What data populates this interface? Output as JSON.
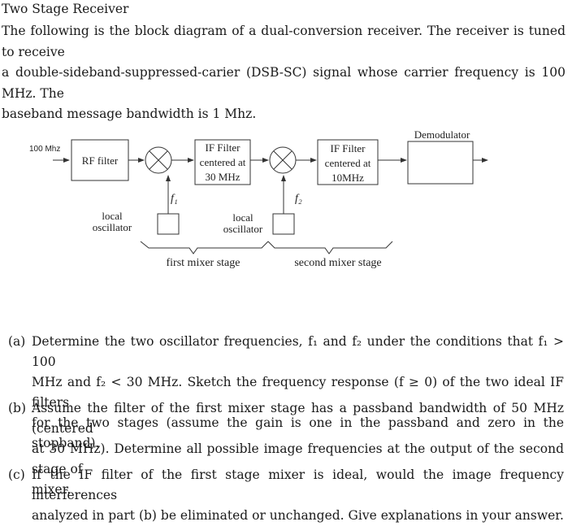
{
  "title": "Two Stage Receiver",
  "intro_lines": [
    "The following is the block diagram of a dual-conversion receiver. The receiver is tuned to receive",
    "a double-sideband-suppressed-carier (DSB-SC) signal whose carrier frequency is 100 MHz. The",
    "baseband message bandwidth is 1 Mhz."
  ],
  "diagram": {
    "input_label": "100 Mhz",
    "rf_filter": "RF filter",
    "if1": [
      "IF Filter",
      "centered at",
      "30 MHz"
    ],
    "if2": [
      "IF Filter",
      "centered at",
      "10MHz"
    ],
    "demodulator": "Demodulator",
    "f1": "f₁",
    "f2": "f₂",
    "lo1": [
      "local",
      "oscillator"
    ],
    "lo2": [
      "local",
      "oscillator"
    ],
    "stage1": "first mixer stage",
    "stage2": "second mixer stage"
  },
  "questions": [
    {
      "label": "(a)",
      "lines": [
        "Determine the two oscillator frequencies, f₁ and f₂ under the conditions that f₁ > 100",
        "MHz and f₂ < 30 MHz. Sketch the frequency response (f ≥ 0) of the two ideal IF filters",
        "for the two stages (assume the gain is one in the passband and zero in the stopband)."
      ]
    },
    {
      "label": "(b)",
      "lines": [
        "Assume the filter of the first mixer stage has a passband bandwidth of 50 MHz (centered",
        "at 30 MHz). Determine all possible image frequencies at the output of the second stage of",
        "mixer."
      ]
    },
    {
      "label": "(c)",
      "lines": [
        "If the IF filter of the first stage mixer is ideal, would the image frequency interferences",
        "analyzed in part (b) be eliminated or unchanged. Give explanations in your answer."
      ]
    }
  ]
}
